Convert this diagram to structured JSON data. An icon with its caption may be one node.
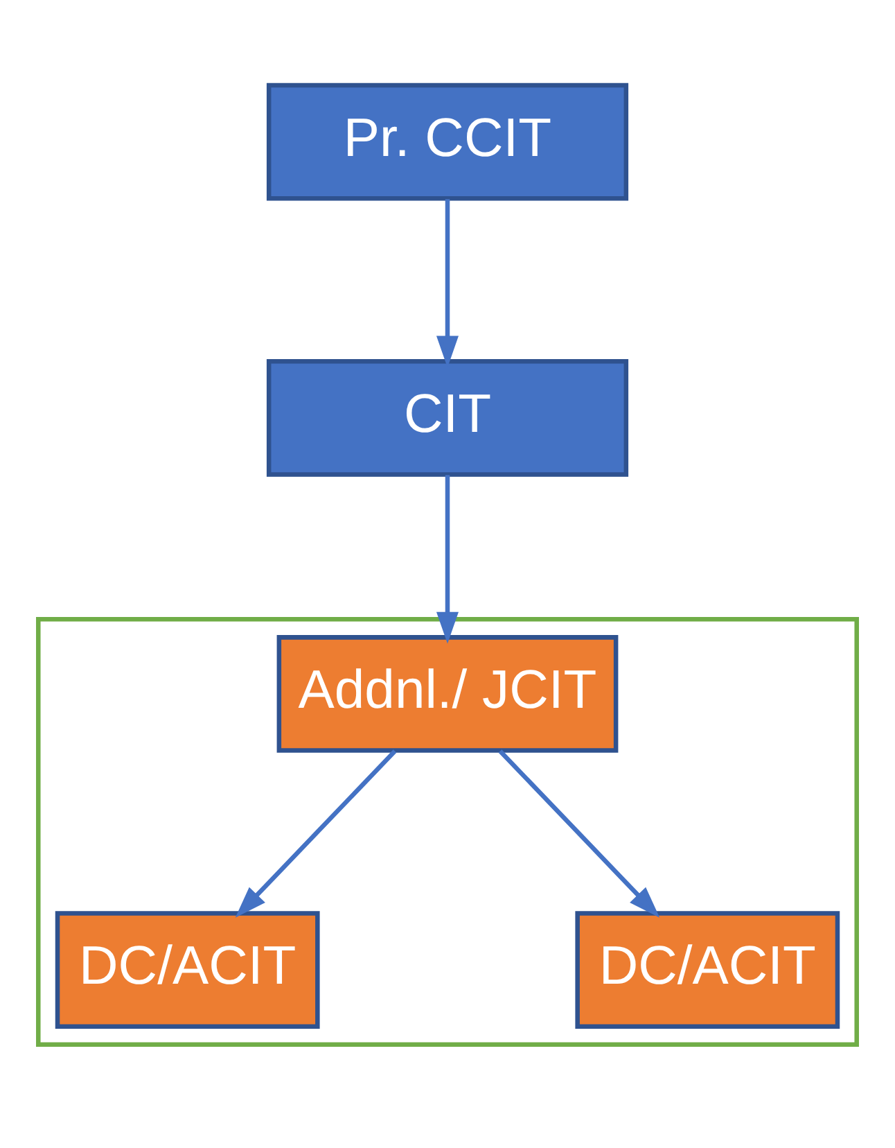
{
  "diagram": {
    "nodes": [
      {
        "text": [
          "Pr. CCIT"
        ]
      },
      {
        "text": [
          "CIT"
        ]
      },
      {
        "text": [],
        "shape": "box"
      },
      {
        "text": [
          "Addnl./ JCIT"
        ],
        "in": 2
      },
      {
        "text": [
          "DC/ACIT"
        ],
        "in": 2
      },
      {
        "text": [
          "DC/ACIT"
        ],
        "in": 2
      }
    ],
    "edges": [
      {
        "from": 0,
        "to": 1,
        "arrow": "to"
      },
      {
        "from": 1,
        "to": 3,
        "arrow": "to"
      },
      {
        "from": 3,
        "to": 4,
        "arrow": "to"
      },
      {
        "from": 3,
        "to": 5,
        "arrow": "to"
      }
    ]
  }
}
